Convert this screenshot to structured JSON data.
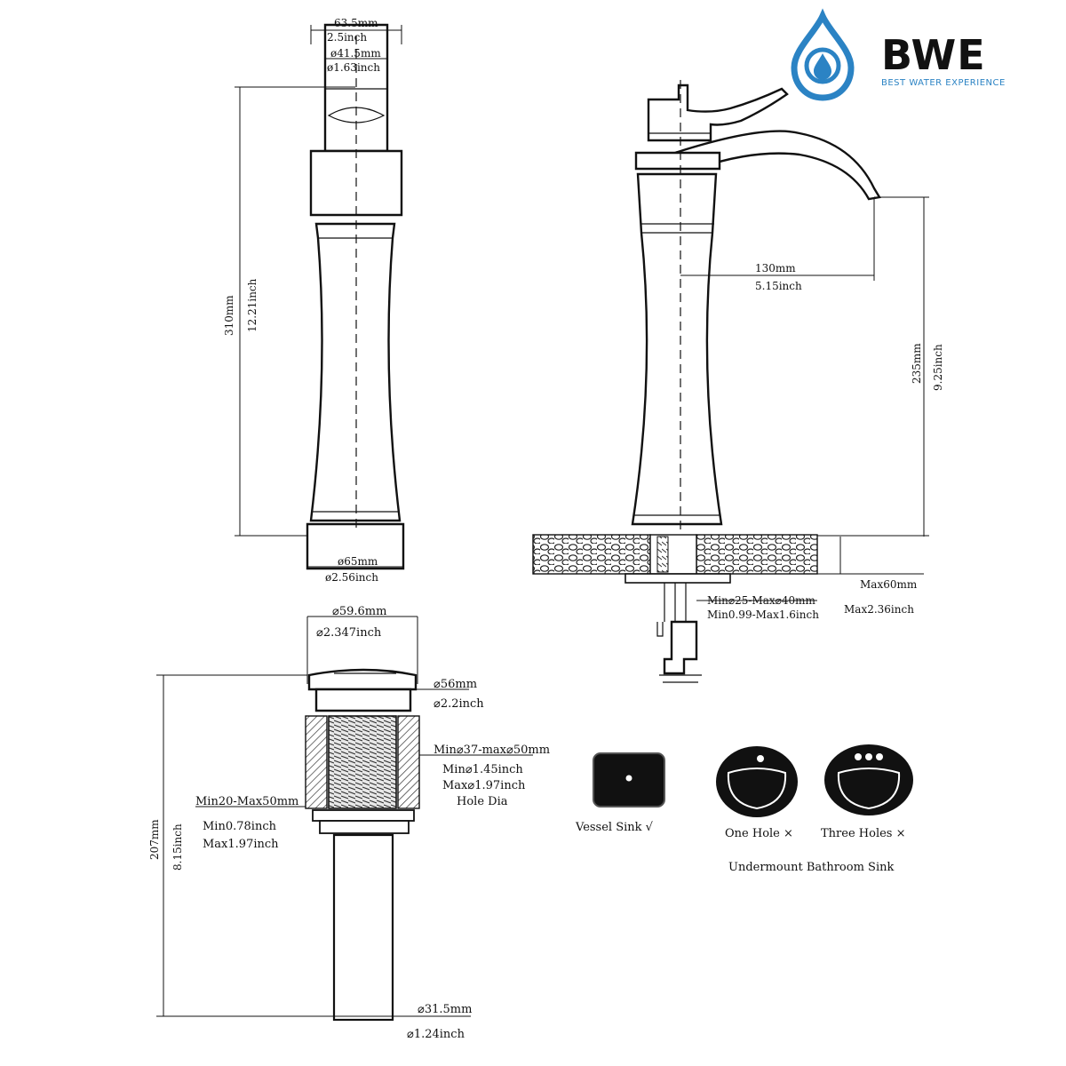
{
  "brand": {
    "name": "BWE",
    "tagline": "BEST WATER EXPERIENCE",
    "colors": {
      "drop_blue": "#2b83c4",
      "text": "#111111"
    }
  },
  "front_view": {
    "top_width_mm": "63.5mm",
    "top_width_in": "2.5inch",
    "outlet_dia_mm": "ø41.5mm",
    "outlet_dia_in": "ø1.63inch",
    "height_mm": "310mm",
    "height_in": "12.21inch",
    "base_dia_mm": "ø65mm",
    "base_dia_in": "ø2.56inch"
  },
  "side_view": {
    "reach_mm": "130mm",
    "reach_in": "5.15inch",
    "spout_height_mm": "235mm",
    "spout_height_in": "9.25inch",
    "deck_thickness_mm": "Max60mm",
    "deck_thickness_in": "Max2.36inch",
    "hole_mm": "Min⌀25-Max⌀40mm",
    "hole_in": "Min0.99-Max1.6inch"
  },
  "drain": {
    "cap_dia_mm": "⌀59.6mm",
    "cap_dia_in": "⌀2.347inch",
    "flange_dia_mm": "⌀56mm",
    "flange_dia_in": "⌀2.2inch",
    "hole_mm": "Min⌀37-max⌀50mm",
    "hole_min_in": "Min⌀1.45inch",
    "hole_max_in": "Max⌀1.97inch",
    "hole_label": "Hole Dia",
    "thickness_mm": "Min20-Max50mm",
    "thickness_min_in": "Min0.78inch",
    "thickness_max_in": "Max1.97inch",
    "length_mm": "207mm",
    "length_in": "8.15inch",
    "tail_dia_mm": "⌀31.5mm",
    "tail_dia_in": "⌀1.24inch"
  },
  "sinks": {
    "vessel": "Vessel Sink √",
    "one_hole": "One Hole ×",
    "three_holes": "Three Holes ×",
    "undermount": "Undermount Bathroom Sink"
  }
}
